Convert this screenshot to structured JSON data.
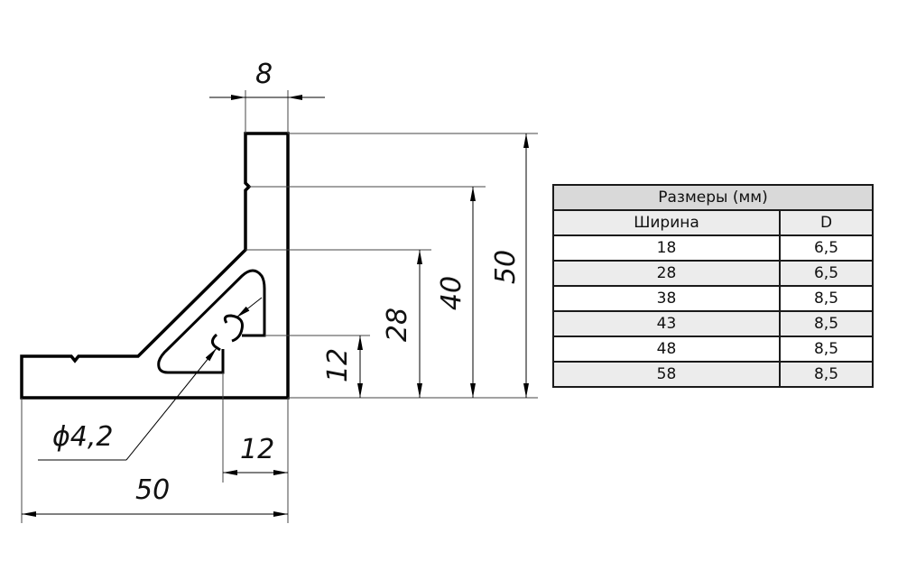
{
  "drawing": {
    "dimensions": {
      "top_width": "8",
      "overall_height": "50",
      "height_40": "40",
      "height_28": "28",
      "height_12": "12",
      "offset_12": "12",
      "overall_width": "50",
      "hole_diameter": "ϕ4,2"
    }
  },
  "table": {
    "title": "Размеры (мм)",
    "columns": [
      "Ширина",
      "D"
    ],
    "rows": [
      [
        "18",
        "6,5"
      ],
      [
        "28",
        "6,5"
      ],
      [
        "38",
        "8,5"
      ],
      [
        "43",
        "8,5"
      ],
      [
        "48",
        "8,5"
      ],
      [
        "58",
        "8,5"
      ]
    ]
  }
}
